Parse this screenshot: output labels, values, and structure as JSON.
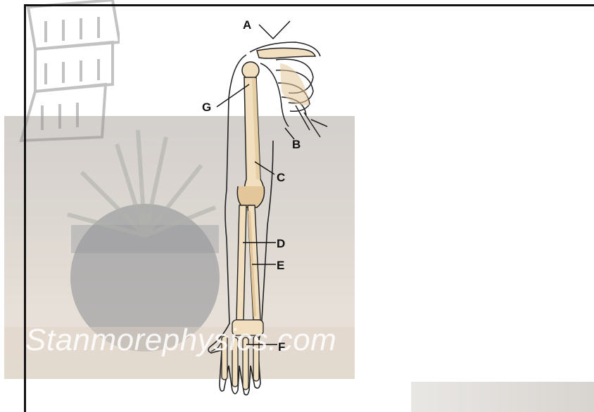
{
  "watermark_text": "Stanmorephysics.com",
  "labels": {
    "a": "A",
    "b": "B",
    "c": "C",
    "d": "D",
    "e": "E",
    "f": "F",
    "g": "G"
  },
  "colors": {
    "bone": "#f1dfbf",
    "bone_shade": "#e3c79a",
    "outline": "#222222",
    "frame": "#111111"
  }
}
